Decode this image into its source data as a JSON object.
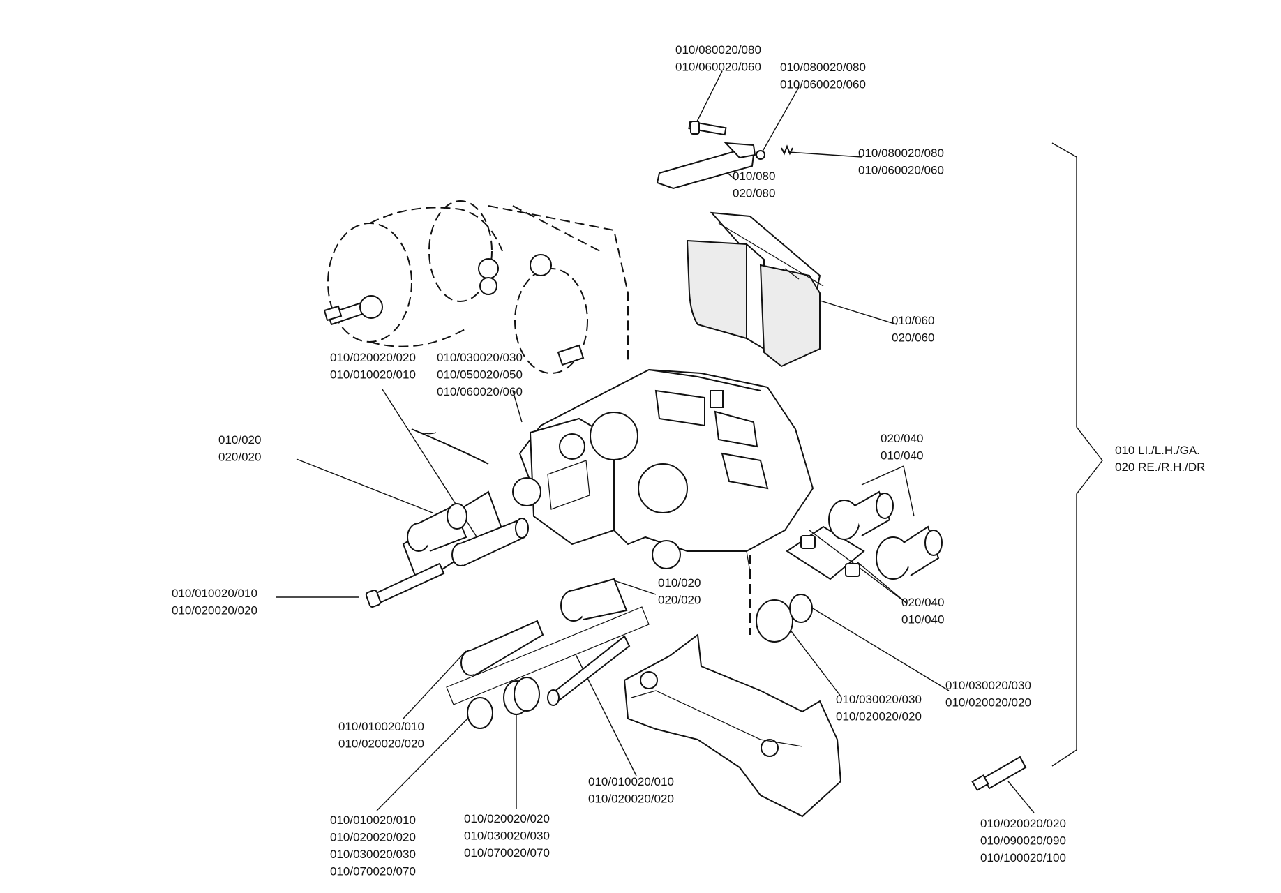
{
  "callouts": [
    {
      "id": "top-bolt",
      "lines": [
        "010/080020/080",
        "010/060020/060"
      ]
    },
    {
      "id": "top-washer",
      "lines": [
        "010/080020/080",
        "010/060020/060"
      ]
    },
    {
      "id": "top-spring",
      "lines": [
        "010/080020/080",
        "010/060020/060"
      ]
    },
    {
      "id": "top-clip",
      "lines": [
        "010/080",
        "020/080"
      ]
    },
    {
      "id": "pads",
      "lines": [
        "010/060",
        "020/060"
      ]
    },
    {
      "id": "actuator-a",
      "lines": [
        "010/020020/020",
        "010/010020/010"
      ]
    },
    {
      "id": "actuator-b",
      "lines": [
        "010/030020/030",
        "010/050020/050",
        "010/060020/060"
      ]
    },
    {
      "id": "bushing-upper",
      "lines": [
        "010/020",
        "020/020"
      ]
    },
    {
      "id": "bellows-cups",
      "lines": [
        "020/040",
        "010/040"
      ]
    },
    {
      "id": "bolt-upper",
      "lines": [
        "010/010020/010",
        "010/020020/020"
      ]
    },
    {
      "id": "bushing-lower",
      "lines": [
        "010/020",
        "020/020"
      ]
    },
    {
      "id": "caps",
      "lines": [
        "020/040",
        "010/040"
      ]
    },
    {
      "id": "bellows-right",
      "lines": [
        "010/030020/030",
        "010/020020/020"
      ]
    },
    {
      "id": "boot-right",
      "lines": [
        "010/030020/030",
        "010/020020/020"
      ]
    },
    {
      "id": "sleeve-lower",
      "lines": [
        "010/010020/010",
        "010/020020/020"
      ]
    },
    {
      "id": "bolt-lower",
      "lines": [
        "010/010020/010",
        "010/020020/020"
      ]
    },
    {
      "id": "circlip",
      "lines": [
        "010/010020/010",
        "010/020020/020",
        "010/030020/030",
        "010/070020/070"
      ]
    },
    {
      "id": "boot-lower",
      "lines": [
        "010/020020/020",
        "010/030020/030",
        "010/070020/070"
      ]
    },
    {
      "id": "grease-tube",
      "lines": [
        "010/020020/020",
        "010/090020/090",
        "010/100020/100"
      ]
    }
  ],
  "legend": {
    "line1": "010  LI./L.H./GA.",
    "line2": "020 RE./R.H./DR"
  }
}
